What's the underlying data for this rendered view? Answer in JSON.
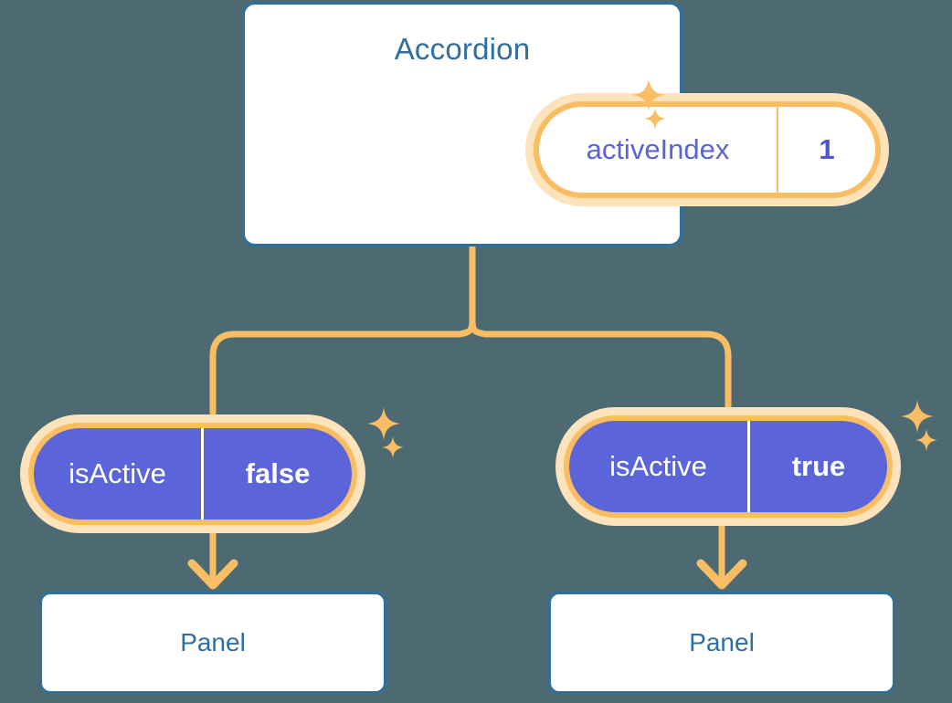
{
  "background_color": "#4d6a73",
  "palette": {
    "card_border": "#2f6f9f",
    "card_text": "#2f6f9f",
    "pill_ring": "#f9bd63",
    "pill_glow": "#fce3bb",
    "pill_purple": "#5b64d8",
    "value_purple": "#4f56d4",
    "connector": "#f9bd63",
    "card_fill": "#ffffff"
  },
  "diagram": {
    "type": "component-state-tree",
    "root": {
      "title": "Accordion",
      "state": {
        "key": "activeIndex",
        "value": "1",
        "style": "white-pill"
      }
    },
    "branches": [
      {
        "side": "left",
        "state": {
          "key": "isActive",
          "value": "false",
          "style": "purple-pill"
        },
        "child": {
          "title": "Panel"
        }
      },
      {
        "side": "right",
        "state": {
          "key": "isActive",
          "value": "true",
          "style": "purple-pill"
        },
        "child": {
          "title": "Panel"
        }
      }
    ],
    "decorations": {
      "sparkle_groups": [
        {
          "near": "activeIndex-pill",
          "count": 2
        },
        {
          "near": "isActive-false-pill",
          "count": 2
        },
        {
          "near": "isActive-true-pill",
          "count": 2
        }
      ],
      "arrow_count": 2,
      "arrow_color": "#f9bd63"
    }
  }
}
